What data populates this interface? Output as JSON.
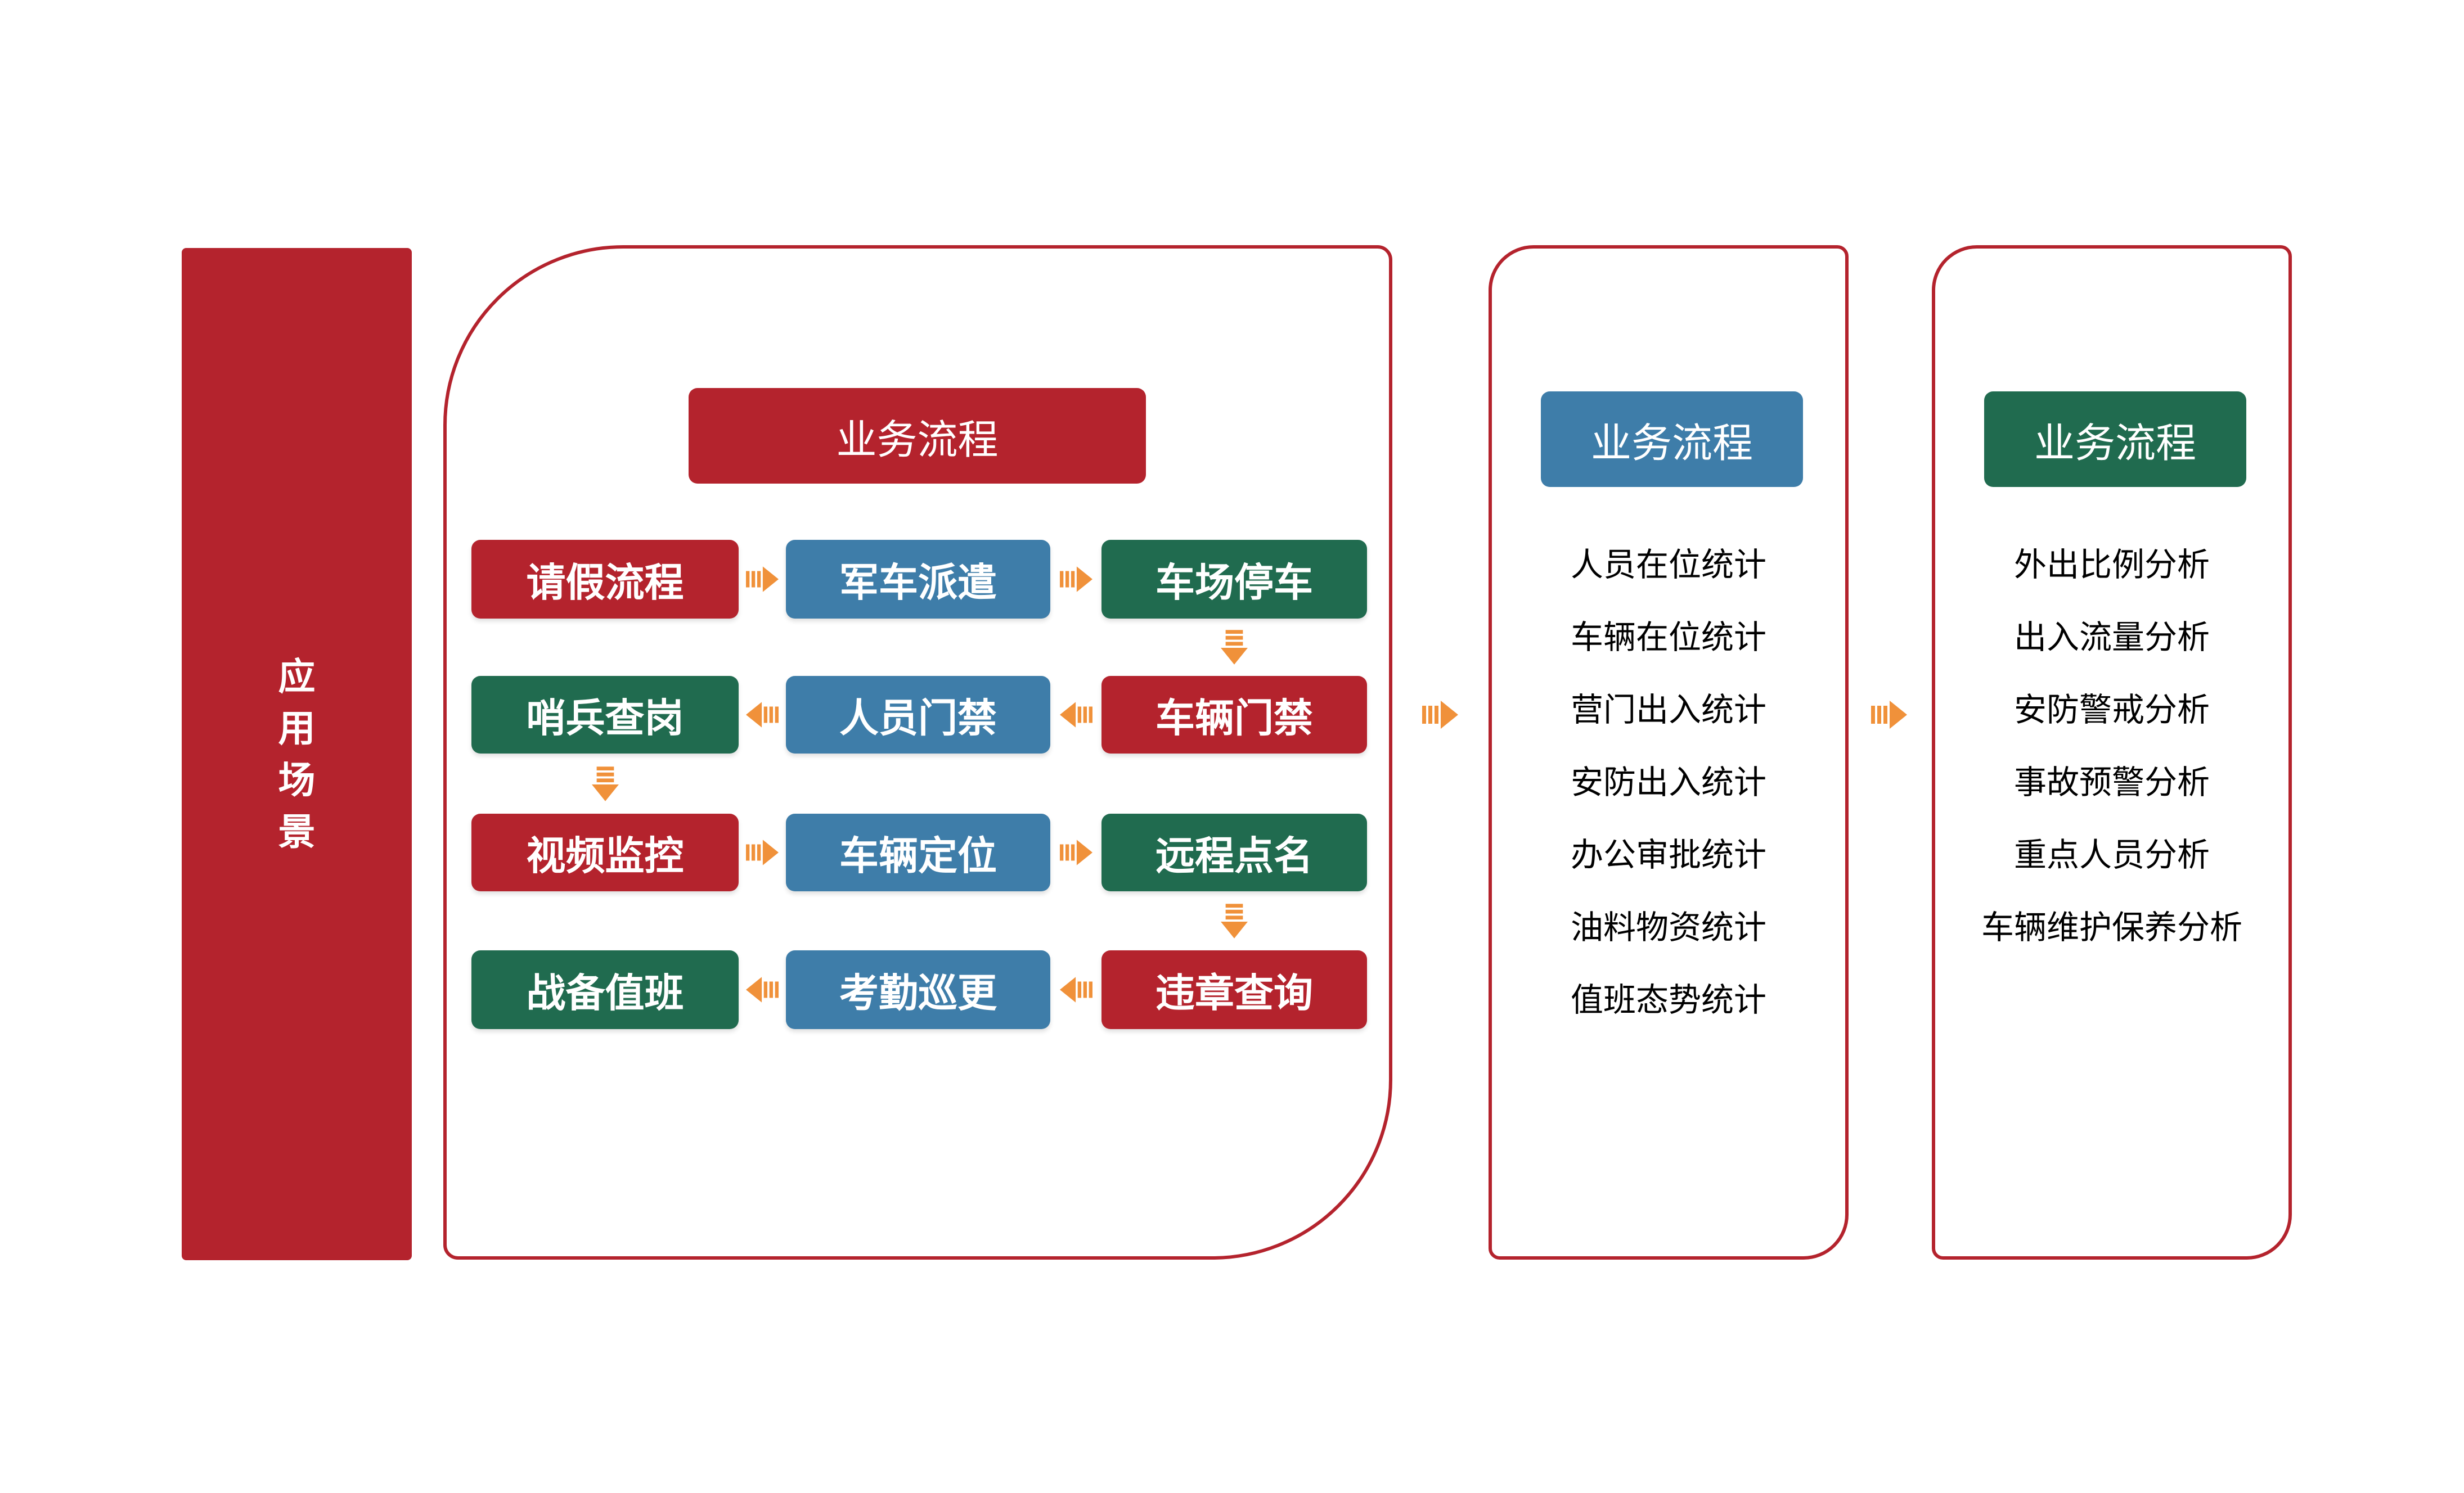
{
  "palette": {
    "red": "#B4232D",
    "blue": "#3E7DA9",
    "green": "#206B4F",
    "orange_arrow": "#F0913A",
    "panel_border": "#B4232D",
    "list_text": "#000000",
    "box_text": "#FFFFFF"
  },
  "sidebar": {
    "label": "应用场景",
    "color": "red"
  },
  "flow_panel": {
    "header": {
      "label": "业务流程",
      "color": "red"
    },
    "boxes": [
      {
        "label": "请假流程",
        "color": "red"
      },
      {
        "label": "军车派遣",
        "color": "blue"
      },
      {
        "label": "车场停车",
        "color": "green"
      },
      {
        "label": "哨兵查岗",
        "color": "green"
      },
      {
        "label": "人员门禁",
        "color": "blue"
      },
      {
        "label": "车辆门禁",
        "color": "red"
      },
      {
        "label": "视频监控",
        "color": "red"
      },
      {
        "label": "车辆定位",
        "color": "blue"
      },
      {
        "label": "远程点名",
        "color": "green"
      },
      {
        "label": "战备值班",
        "color": "green"
      },
      {
        "label": "考勤巡更",
        "color": "blue"
      },
      {
        "label": "违章查询",
        "color": "red"
      }
    ]
  },
  "stats_panel": {
    "header": {
      "label": "业务流程",
      "color": "blue"
    },
    "items": [
      "人员在位统计",
      "车辆在位统计",
      "营门出入统计",
      "安防出入统计",
      "办公审批统计",
      "油料物资统计",
      "值班态势统计"
    ]
  },
  "analysis_panel": {
    "header": {
      "label": "业务流程",
      "color": "green"
    },
    "items": [
      "外出比例分析",
      "出入流量分析",
      "安防警戒分析",
      "事故预警分析",
      "重点人员分析",
      "车辆维护保养分析"
    ]
  }
}
